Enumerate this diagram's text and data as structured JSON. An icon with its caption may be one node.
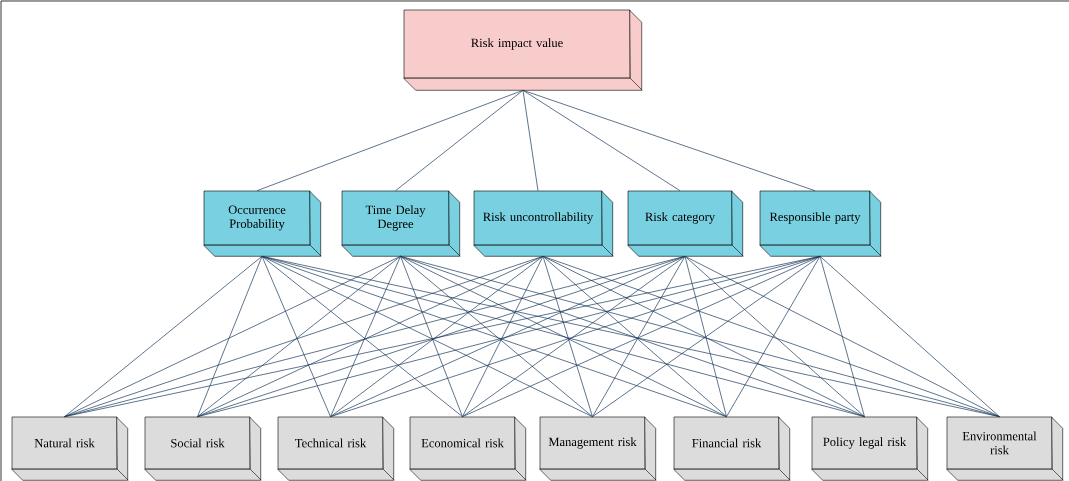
{
  "diagram": {
    "nodes": [
      {
        "text": [
          "Risk impact value"
        ]
      },
      {
        "text": [
          "Occurrence Probability"
        ]
      },
      {
        "text": [
          "Time Delay Degree"
        ]
      },
      {
        "text": [
          "Risk uncontrollability"
        ]
      },
      {
        "text": [
          "Risk category"
        ]
      },
      {
        "text": [
          "Responsible party"
        ]
      },
      {
        "text": [
          "Natural risk"
        ]
      },
      {
        "text": [
          "Social risk"
        ]
      },
      {
        "text": [
          "Technical risk"
        ]
      },
      {
        "text": [
          "Economical risk"
        ]
      },
      {
        "text": [
          "Management risk"
        ]
      },
      {
        "text": [
          "Financial risk"
        ]
      },
      {
        "text": [
          "Policy legal risk"
        ]
      },
      {
        "text": [
          "Environmental risk"
        ]
      }
    ],
    "edges": [
      {
        "from": 0,
        "to": 1,
        "arrow": "none"
      },
      {
        "from": 0,
        "to": 2,
        "arrow": "none"
      },
      {
        "from": 0,
        "to": 3,
        "arrow": "none"
      },
      {
        "from": 0,
        "to": 4,
        "arrow": "none"
      },
      {
        "from": 0,
        "to": 5,
        "arrow": "none"
      },
      {
        "from": 1,
        "to": 6,
        "arrow": "none"
      },
      {
        "from": 1,
        "to": 7,
        "arrow": "none"
      },
      {
        "from": 1,
        "to": 8,
        "arrow": "none"
      },
      {
        "from": 1,
        "to": 9,
        "arrow": "none"
      },
      {
        "from": 1,
        "to": 10,
        "arrow": "none"
      },
      {
        "from": 1,
        "to": 11,
        "arrow": "none"
      },
      {
        "from": 1,
        "to": 12,
        "arrow": "none"
      },
      {
        "from": 1,
        "to": 13,
        "arrow": "none"
      },
      {
        "from": 2,
        "to": 6,
        "arrow": "none"
      },
      {
        "from": 2,
        "to": 7,
        "arrow": "none"
      },
      {
        "from": 2,
        "to": 8,
        "arrow": "none"
      },
      {
        "from": 2,
        "to": 9,
        "arrow": "none"
      },
      {
        "from": 2,
        "to": 10,
        "arrow": "none"
      },
      {
        "from": 2,
        "to": 11,
        "arrow": "none"
      },
      {
        "from": 2,
        "to": 12,
        "arrow": "none"
      },
      {
        "from": 2,
        "to": 13,
        "arrow": "none"
      },
      {
        "from": 3,
        "to": 6,
        "arrow": "none"
      },
      {
        "from": 3,
        "to": 7,
        "arrow": "none"
      },
      {
        "from": 3,
        "to": 8,
        "arrow": "none"
      },
      {
        "from": 3,
        "to": 9,
        "arrow": "none"
      },
      {
        "from": 3,
        "to": 10,
        "arrow": "none"
      },
      {
        "from": 3,
        "to": 11,
        "arrow": "none"
      },
      {
        "from": 3,
        "to": 12,
        "arrow": "none"
      },
      {
        "from": 3,
        "to": 13,
        "arrow": "none"
      },
      {
        "from": 4,
        "to": 6,
        "arrow": "none"
      },
      {
        "from": 4,
        "to": 7,
        "arrow": "none"
      },
      {
        "from": 4,
        "to": 8,
        "arrow": "none"
      },
      {
        "from": 4,
        "to": 9,
        "arrow": "none"
      },
      {
        "from": 4,
        "to": 10,
        "arrow": "none"
      },
      {
        "from": 4,
        "to": 11,
        "arrow": "none"
      },
      {
        "from": 4,
        "to": 12,
        "arrow": "none"
      },
      {
        "from": 4,
        "to": 13,
        "arrow": "none"
      },
      {
        "from": 5,
        "to": 6,
        "arrow": "none"
      },
      {
        "from": 5,
        "to": 7,
        "arrow": "none"
      },
      {
        "from": 5,
        "to": 8,
        "arrow": "none"
      },
      {
        "from": 5,
        "to": 9,
        "arrow": "none"
      },
      {
        "from": 5,
        "to": 10,
        "arrow": "none"
      },
      {
        "from": 5,
        "to": 11,
        "arrow": "none"
      },
      {
        "from": 5,
        "to": 12,
        "arrow": "none"
      },
      {
        "from": 5,
        "to": 13,
        "arrow": "none"
      }
    ]
  }
}
